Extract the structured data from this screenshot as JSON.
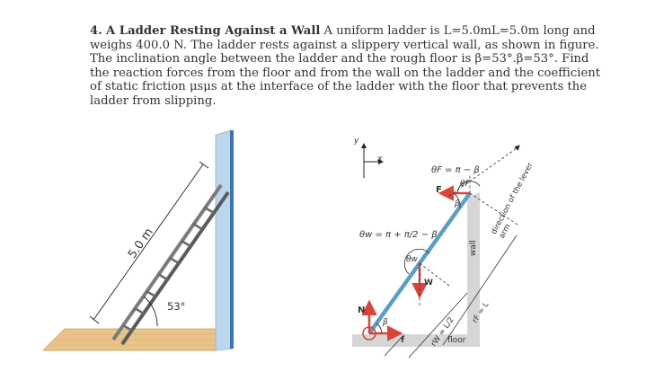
{
  "problem": {
    "number": "4.",
    "title": "A Ladder Resting Against a Wall",
    "body": " A uniform ladder is L=5.0mL=5.0m long and weighs 400.0 N. The ladder rests against a slippery vertical wall, as shown in figure. The inclination angle between the ladder and the rough floor is β=53°.β=53°. Find the reaction forces from the floor and from the wall on the ladder and the coefficient of static friction μsμs at the interface of the ladder with the floor that prevents the ladder from slipping."
  },
  "left_figure": {
    "length_label": "5.0 m",
    "angle_label": "53°"
  },
  "right_figure": {
    "axis_y": "y",
    "axis_x": "x",
    "theta_F_eq": "θF = π − β",
    "theta_W_eq": "θw = π + π/2 − β",
    "F_label": "F",
    "thetaF_small": "θF",
    "beta_top": "β",
    "thetaW_small": "θw",
    "W_label": "W",
    "N_label": "N",
    "f_label": "f",
    "beta_bottom": "β",
    "lever_direction": "direction of the lever arm",
    "wall_label": "wall",
    "floor_label": "floor",
    "rW_label": "rW = L/2",
    "rF_label": "rF = L"
  },
  "colors": {
    "ladder_blue": "#5a9ec4",
    "force_red": "#d9453a",
    "wall_glass": "#bcd7ec",
    "wall_edge": "#3c74b0",
    "floor_wood": "#e9c48a",
    "grey_block": "#d6d6d6"
  }
}
